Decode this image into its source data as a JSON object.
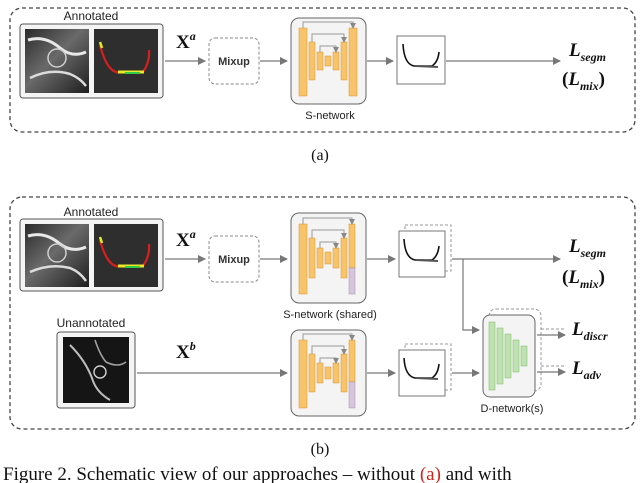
{
  "panel_a": {
    "annotated_label": "Annotated",
    "input_main": "X",
    "input_sup": "a",
    "mixup_label": "Mixup",
    "network_label": "S-network",
    "loss1_main": "L",
    "loss1_sub": "segm",
    "loss2_main": "L",
    "loss2_sub": "mix",
    "caption": "(a)"
  },
  "panel_b": {
    "annotated_label": "Annotated",
    "unannotated_label": "Unannotated",
    "input_a_main": "X",
    "input_a_sup": "a",
    "input_b_main": "X",
    "input_b_sup": "b",
    "mixup_label": "Mixup",
    "network_label": "S-network (shared)",
    "dnet_label": "D-network(s)",
    "loss1_main": "L",
    "loss1_sub": "segm",
    "loss2_main": "L",
    "loss2_sub": "mix",
    "loss_discr_main": "L",
    "loss_discr_sub": "discr",
    "loss_adv_main": "L",
    "loss_adv_sub": "adv",
    "caption": "(b)"
  },
  "figure_caption": {
    "prefix": "Figure 2. Schematic view of our approaches – without ",
    "ref_a": "(a)",
    "middle": " and with",
    "ref_color": "#d0271d"
  },
  "colors": {
    "unet": "#f7c36b",
    "unet_edge": "#d9962c",
    "dnet": "#bfe3b0",
    "dnet_edge": "#7cb86a",
    "extra_block": "#d6c6dc",
    "segmentation": "#d81f1f"
  }
}
